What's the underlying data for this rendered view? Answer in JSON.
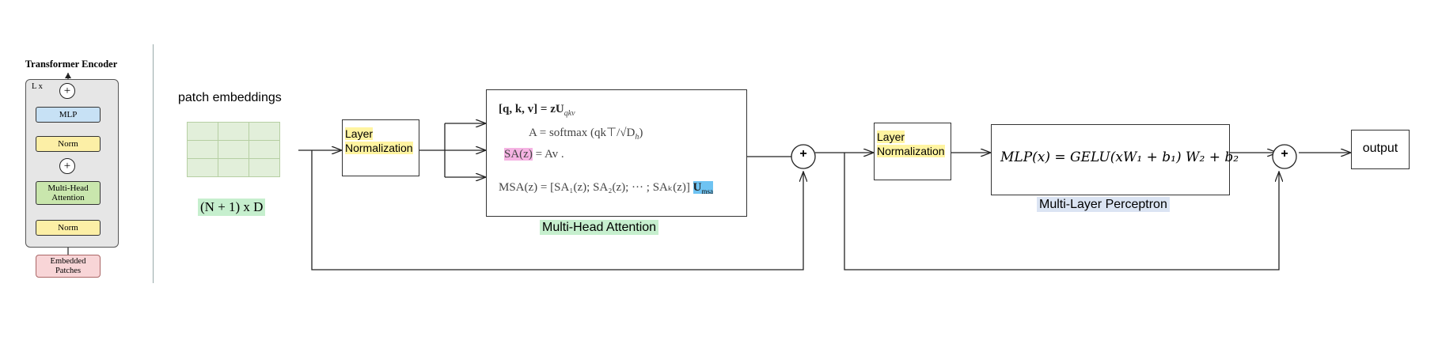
{
  "encoder": {
    "title": "Transformer Encoder",
    "repeat": "L x",
    "mlp": "MLP",
    "norm_top": "Norm",
    "mha_line1": "Multi-Head",
    "mha_line2": "Attention",
    "norm_bottom": "Norm",
    "embedded_line1": "Embedded",
    "embedded_line2": "Patches",
    "plus": "+"
  },
  "patch": {
    "title": "patch embeddings",
    "shape": "(N + 1) x D"
  },
  "layer_norm_1": {
    "line1": "Layer",
    "line2": "Normalization"
  },
  "attention": {
    "eq1_lhs": "[q, k, v] = zU",
    "eq1_sub": "qkv",
    "eq2": "A = softmax (qk⊤/√D",
    "eq2_sub": "h",
    "eq2_end": ")",
    "eq3_hl": "SA(z)",
    "eq3_rest": " = Av .",
    "eq4": "MSA(z) = [SA₁(z); SA₂(z); ··· ; SAₖ(z)]",
    "eq4_hl": "U",
    "eq4_hl_sub": "msa",
    "caption": "Multi-Head Attention"
  },
  "add_1": "+",
  "layer_norm_2": {
    "line1": "Layer",
    "line2": "Normalization"
  },
  "mlp_block": {
    "formula": "MLP(x) = GELU(xW₁ + b₁) W₂ + b₂",
    "caption": "Multi-Layer Perceptron"
  },
  "add_2": "+",
  "output": "output",
  "colors": {
    "norm_yellow": "#fcefa6",
    "mlp_blue": "#c7e1f5",
    "mha_green": "#c9e6ad",
    "embed_pink": "#f8d5d7",
    "highlight_yellow": "#fff4a1",
    "highlight_pink": "#f5b3e3",
    "highlight_blue": "#6ec3f2",
    "caption_green": "#c6efce",
    "caption_blue": "#dbe4f3"
  }
}
